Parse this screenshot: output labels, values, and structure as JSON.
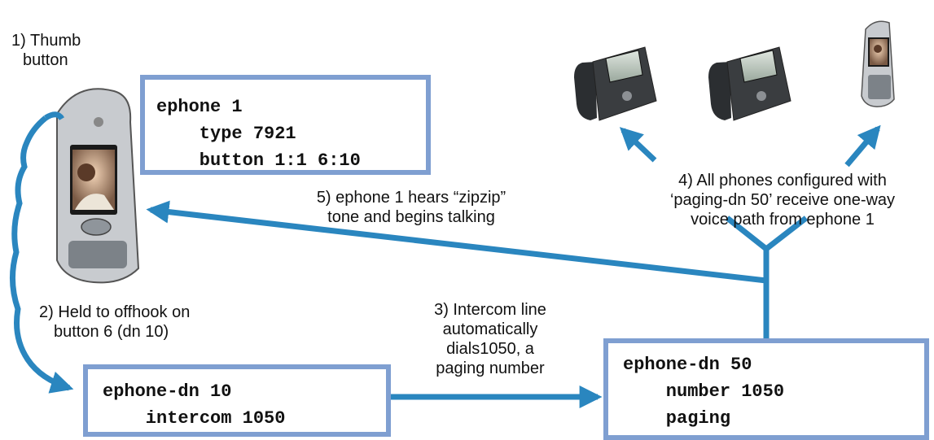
{
  "step1": {
    "lines": [
      "1) Thumb",
      "button"
    ]
  },
  "box_ephone1": {
    "lines": [
      "ephone 1",
      "    type 7921",
      "    button 1:1 6:10"
    ]
  },
  "step2": {
    "lines": [
      "2) Held to offhook on",
      "button 6 (dn 10)"
    ]
  },
  "step3": {
    "lines": [
      "3) Intercom line",
      "automatically",
      "dials1050, a",
      "paging number"
    ]
  },
  "step4": {
    "lines": [
      "4) All phones configured with",
      "‘paging-dn 50’ receive one-way",
      "voice path from ephone 1"
    ]
  },
  "step5": {
    "lines": [
      "5) ephone 1 hears “zipzip”",
      "tone and begins talking"
    ]
  },
  "box_dn10": {
    "lines": [
      "ephone-dn 10",
      "    intercom 1050"
    ]
  },
  "box_dn50": {
    "lines": [
      "ephone-dn 50",
      "    number 1050",
      "    paging"
    ]
  },
  "phones": [
    "cordless-phone-7921-icon",
    "desk-phone-icon",
    "desk-phone-icon",
    "cordless-phone-icon"
  ],
  "colors": {
    "arrow": "#2a86bf",
    "box_border": "#7f9fd1"
  }
}
